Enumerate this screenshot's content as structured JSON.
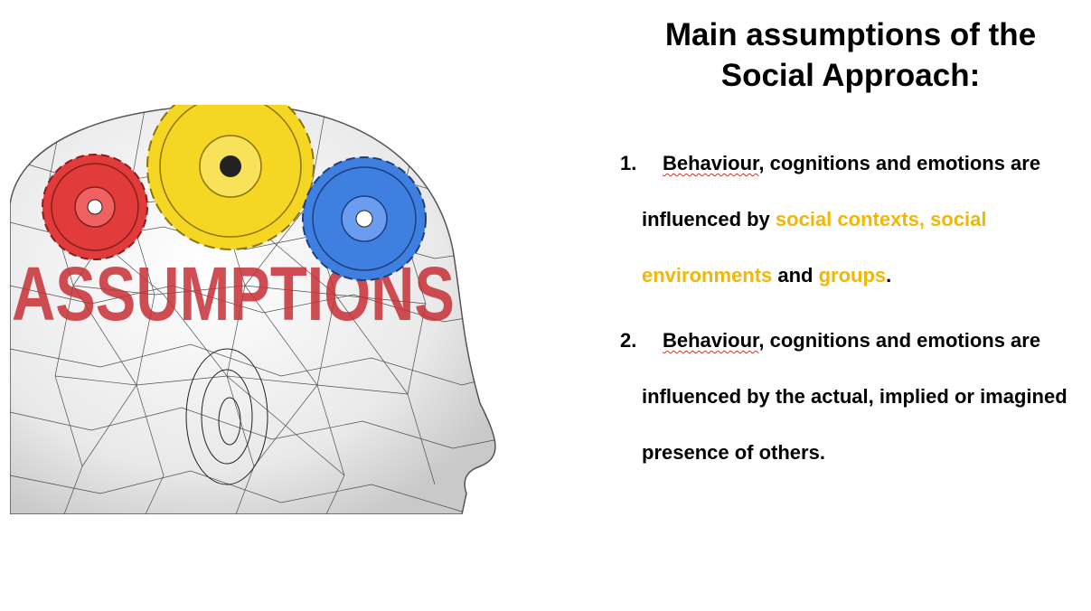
{
  "slide": {
    "title_line1": "Main assumptions of the",
    "title_line2": "Social Approach:",
    "image": {
      "word": "ASSUMPTIONS",
      "gear_colors": [
        "#e23b3b",
        "#f4d623",
        "#3f7fe0"
      ]
    },
    "points": [
      {
        "number": "1.",
        "first_word": "Behaviour",
        "lead_rest": ", cognitions and emotions are influenced by ",
        "hl1": "social contexts, social environments",
        "mid": " and ",
        "hl2": "groups",
        "end": "."
      },
      {
        "number": "2.",
        "first_word": "Behaviour",
        "rest": ", cognitions and emotions are influenced by the actual, implied or imagined presence of others."
      }
    ],
    "colors": {
      "highlight": "#f2b705",
      "text": "#000000"
    }
  }
}
